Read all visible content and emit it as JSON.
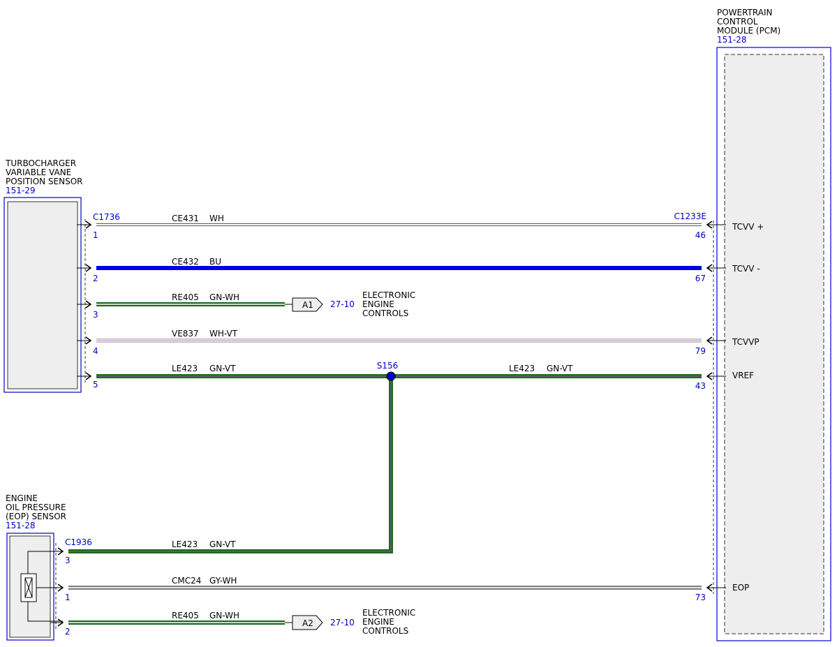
{
  "colors": {
    "ref_blue": "#0000cc",
    "module_fill": "#eeeeee",
    "wire_bu": "#0000e6",
    "wire_gn": "#1a6b1a",
    "wire_gy": "#808080",
    "wire_vt": "#c080c0"
  },
  "components": {
    "tvvps": {
      "name_lines": [
        "TURBOCHARGER",
        "VARIABLE VANE",
        "POSITION SENSOR"
      ],
      "ref": "151-29"
    },
    "eop": {
      "name_lines": [
        "ENGINE",
        "OIL PRESSURE",
        "(EOP) SENSOR"
      ],
      "ref": "151-28"
    },
    "pcm": {
      "name_lines": [
        "POWERTRAIN",
        "CONTROL",
        "MODULE (PCM)"
      ],
      "ref": "151-28"
    }
  },
  "connectors": {
    "c1736": "C1736",
    "c1936": "C1936",
    "c1233e": "C1233E"
  },
  "splice": {
    "label": "S156"
  },
  "circuits": [
    {
      "id": "ce431",
      "circuit": "CE431",
      "color_code": "WH",
      "pin_left": "1",
      "pin_right": "46",
      "signal": "TCVV +"
    },
    {
      "id": "ce432",
      "circuit": "CE432",
      "color_code": "BU",
      "pin_left": "2",
      "pin_right": "67",
      "signal": "TCVV -"
    },
    {
      "id": "re405a",
      "circuit": "RE405",
      "color_code": "GN-WH",
      "pin_left": "3"
    },
    {
      "id": "ve837",
      "circuit": "VE837",
      "color_code": "WH-VT",
      "pin_left": "4",
      "pin_right": "79",
      "signal": "TCVVP"
    },
    {
      "id": "le423a",
      "circuit": "LE423",
      "color_code": "GN-VT",
      "pin_left": "5"
    },
    {
      "id": "le423b",
      "circuit": "LE423",
      "color_code": "GN-VT",
      "pin_right": "43",
      "signal": "VREF"
    },
    {
      "id": "le423c",
      "circuit": "LE423",
      "color_code": "GN-VT",
      "pin_left": "3"
    },
    {
      "id": "cmc24",
      "circuit": "CMC24",
      "color_code": "GY-WH",
      "pin_left": "1",
      "pin_right": "73",
      "signal": "EOP"
    },
    {
      "id": "re405b",
      "circuit": "RE405",
      "color_code": "GN-WH",
      "pin_left": "2"
    }
  ],
  "offpage": [
    {
      "tag": "A1",
      "ref": "27-10",
      "desc_lines": [
        "ELECTRONIC",
        "ENGINE",
        "CONTROLS"
      ]
    },
    {
      "tag": "A2",
      "ref": "27-10",
      "desc_lines": [
        "ELECTRONIC",
        "ENGINE",
        "CONTROLS"
      ]
    }
  ]
}
